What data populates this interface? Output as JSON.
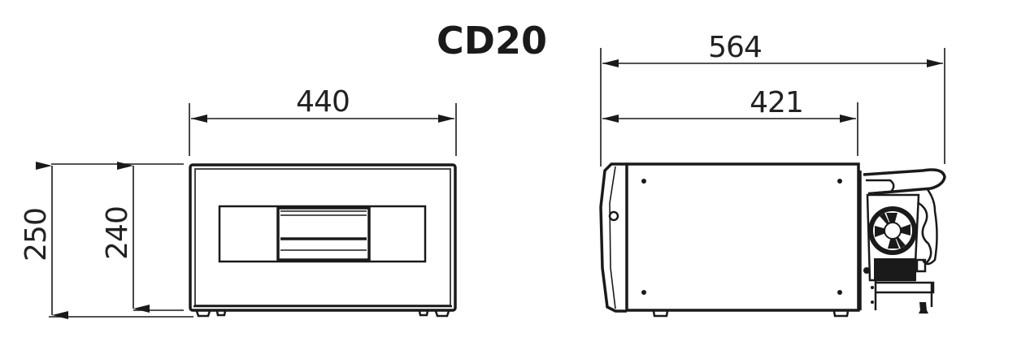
{
  "title": "CD20",
  "front_view": {
    "width_label": "440",
    "height_outer_label": "250",
    "height_inner_label": "240"
  },
  "side_view": {
    "total_depth_label": "564",
    "body_depth_label": "421"
  },
  "colors": {
    "line": "#1a1a1a",
    "background": "#ffffff"
  }
}
